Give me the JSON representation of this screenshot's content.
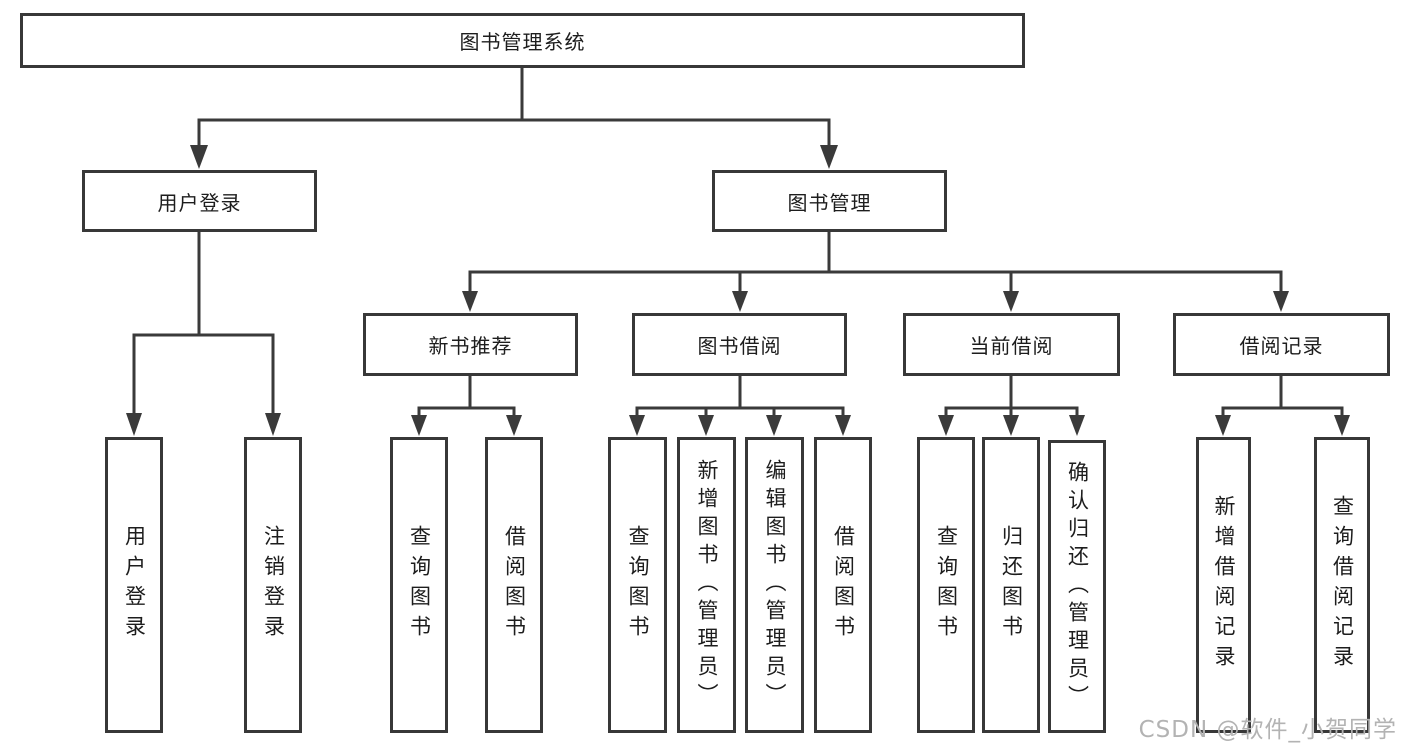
{
  "colors": {
    "line": "#3a3a3a",
    "box_border": "#383838",
    "text": "#1d1d1d",
    "watermark": "#b3b3b3"
  },
  "nodes": {
    "root": {
      "label": "图书管理系统"
    },
    "user_login": {
      "label": "用户登录"
    },
    "book_mgmt": {
      "label": "图书管理"
    },
    "new_book": {
      "label": "新书推荐"
    },
    "book_borrow": {
      "label": "图书借阅"
    },
    "current_borrow": {
      "label": "当前借阅"
    },
    "borrow_record": {
      "label": "借阅记录"
    },
    "leaf_user_login": {
      "label": "用户登录"
    },
    "leaf_logout": {
      "label": "注销登录"
    },
    "leaf_newbook_query": {
      "label": "查询图书"
    },
    "leaf_newbook_borrow": {
      "label": "借阅图书"
    },
    "leaf_borrow_query": {
      "label": "查询图书"
    },
    "leaf_borrow_add": {
      "label": "新增图书（管理员）"
    },
    "leaf_borrow_edit": {
      "label": "编辑图书（管理员）"
    },
    "leaf_borrow_borrow": {
      "label": "借阅图书"
    },
    "leaf_current_query": {
      "label": "查询图书"
    },
    "leaf_current_return": {
      "label": "归还图书"
    },
    "leaf_current_confirm": {
      "label": "确认归还（管理员）"
    },
    "leaf_record_add": {
      "label": "新增借阅记录"
    },
    "leaf_record_query": {
      "label": "查询借阅记录"
    }
  },
  "watermark": {
    "text": "CSDN @软件_小贺同学"
  }
}
